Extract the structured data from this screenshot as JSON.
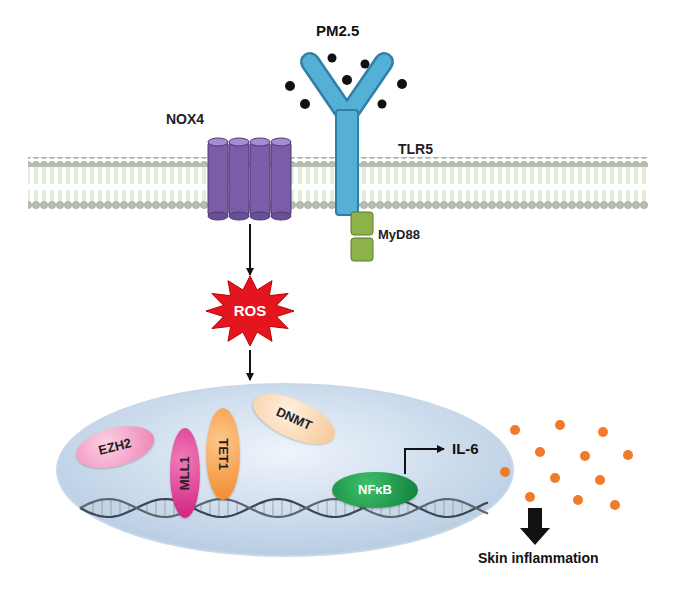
{
  "diagram": {
    "nodes": [
      {
        "text": [
          "NOX4"
        ]
      },
      {
        "text": [
          "TLR5"
        ]
      },
      {
        "text": [
          "MyD88"
        ]
      },
      {
        "text": [
          "ROS"
        ]
      },
      {
        "text": [
          "EZH2"
        ]
      },
      {
        "text": [
          "MLL1"
        ]
      },
      {
        "text": [
          "TET1"
        ]
      },
      {
        "text": [
          "DNMT"
        ]
      },
      {
        "text": [
          "NFκB"
        ]
      }
    ],
    "edges": [
      {
        "from": 0,
        "to": 3,
        "arrow": "to"
      }
    ],
    "labels": [
      "PM2.5",
      "IL-6",
      "Skin inflammation"
    ]
  }
}
